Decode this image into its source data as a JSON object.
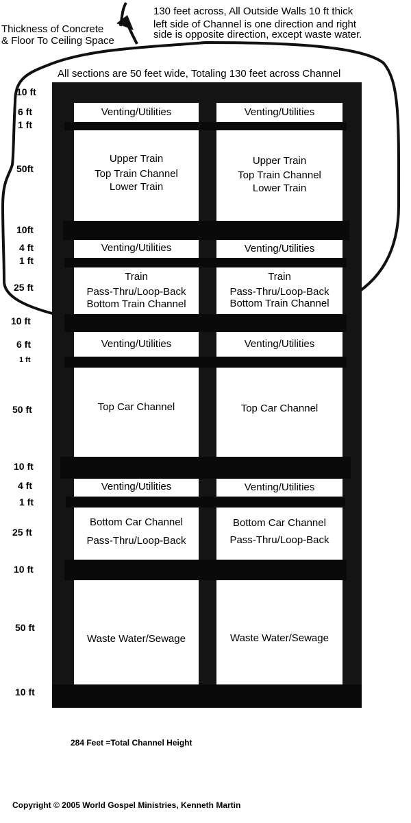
{
  "notes": {
    "thickness_line1": "Thickness of Concrete",
    "thickness_line2": "& Floor To Ceiling Space",
    "across_line1": "130 feet across, All Outside Walls 10 ft thick",
    "across_line2": "left side of Channel is one direction and right",
    "across_line3": "side is opposite direction, except waste water.",
    "sections": "All sections are 50 feet wide, Totaling 130 feet across Channel"
  },
  "dimensions": [
    "10 ft",
    "6 ft",
    "1 ft",
    "50ft",
    "10ft",
    "4 ft",
    "1 ft",
    "25 ft",
    "10 ft",
    "6 ft",
    "1 ft",
    "50 ft",
    "10 ft",
    "4 ft",
    "1 ft",
    "25 ft",
    "10 ft",
    "50 ft",
    "10 ft"
  ],
  "rows": [
    {
      "left": [
        "Venting/Utilities"
      ],
      "right": [
        "Venting/Utilities"
      ]
    },
    {
      "left": [
        "Upper Train",
        "Top Train Channel",
        "Lower Train"
      ],
      "right": [
        "Upper Train",
        "Top Train Channel",
        "Lower Train"
      ]
    },
    {
      "left": [
        "Venting/Utilities"
      ],
      "right": [
        "Venting/Utilities"
      ]
    },
    {
      "left": [
        "Train",
        "Pass-Thru/Loop-Back",
        "Bottom Train Channel"
      ],
      "right": [
        "Train",
        "Pass-Thru/Loop-Back",
        "Bottom Train Channel"
      ]
    },
    {
      "left": [
        "Venting/Utilities"
      ],
      "right": [
        "Venting/Utilities"
      ]
    },
    {
      "left": [
        "Top Car Channel"
      ],
      "right": [
        "Top Car Channel"
      ]
    },
    {
      "left": [
        "Venting/Utilities"
      ],
      "right": [
        "Venting/Utilities"
      ]
    },
    {
      "left": [
        "Bottom Car Channel",
        "Pass-Thru/Loop-Back"
      ],
      "right": [
        "Bottom Car Channel",
        "Pass-Thru/Loop-Back"
      ]
    },
    {
      "left": [
        "Waste Water/Sewage"
      ],
      "right": [
        "Waste Water/Sewage"
      ]
    }
  ],
  "total_height": "284 Feet =Total Channel Height",
  "copyright": "Copyright © 2005 World Gospel Ministries, Kenneth Martin"
}
